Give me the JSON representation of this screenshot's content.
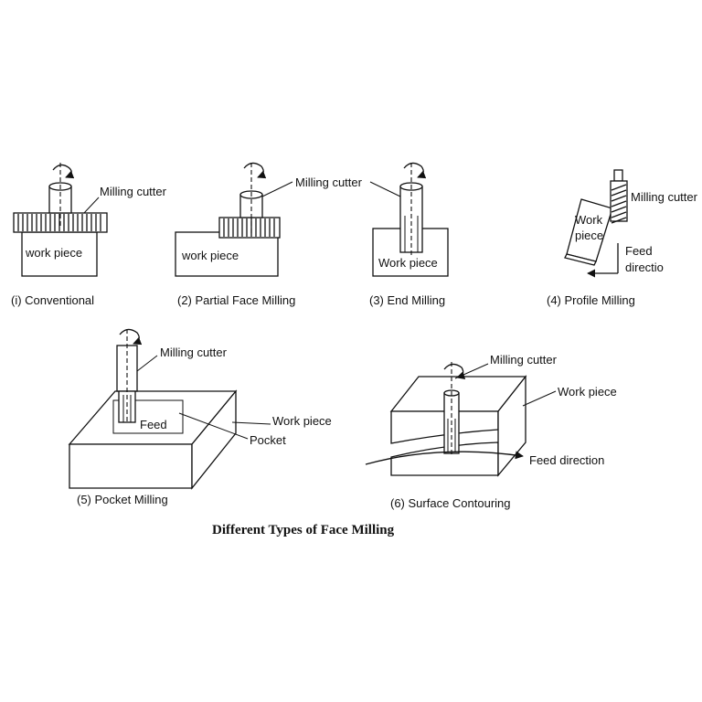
{
  "labels": {
    "milling_cutter": "Milling cutter",
    "milling_cutter_cut": "Milling cutter",
    "work_piece": "work piece",
    "work_piece_cap": "Work piece",
    "work_split_1": "Work",
    "work_split_2": "piece",
    "feed": "Feed",
    "feed_direction": "Feed direction",
    "feed_split_2": "directio",
    "pocket": "Pocket"
  },
  "captions": {
    "c1": "(i) Conventional",
    "c2": "(2) Partial Face Milling",
    "c3": "(3) End Milling",
    "c4": "(4) Profile Milling",
    "c5": "(5) Pocket Milling",
    "c6": "(6) Surface Contouring"
  },
  "title": "Different Types of Face Milling"
}
